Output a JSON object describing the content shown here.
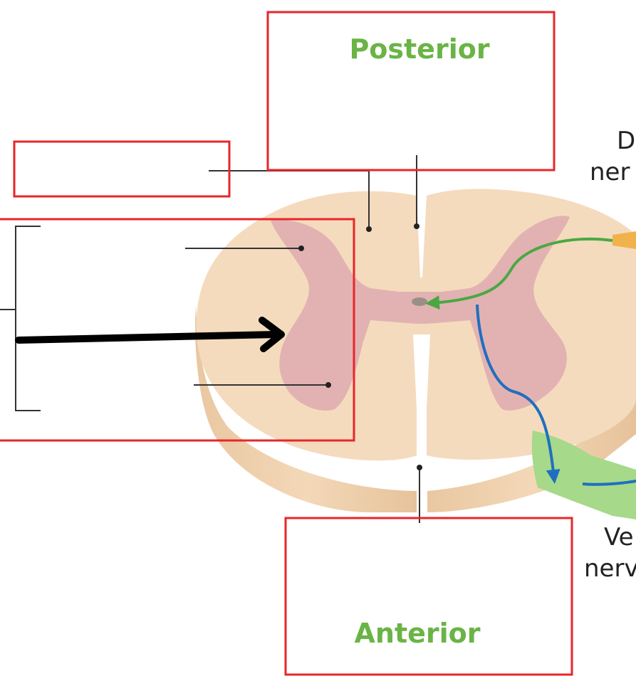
{
  "diagram": {
    "labels": {
      "posterior": "Posterior",
      "anterior": "Anterior",
      "dorsal_nerve_line1": "D",
      "dorsal_nerve_line2": "ner",
      "ventral_nerve_line1": "Ve",
      "ventral_nerve_line2": "nerv"
    },
    "colors": {
      "label_box_border": "#e8262a",
      "label_text_green": "#6ab446",
      "white_matter": "#f4dbbd",
      "white_matter_side": "#ecc9a0",
      "gray_matter": "#e2b2b2",
      "central_canal": "#9a8f86",
      "sensory_arrow": "#4aa843",
      "motor_arrow": "#1f6fbf",
      "ventral_root": "#a6d98a",
      "dorsal_root": "#f1b24c",
      "leader_line": "#333333",
      "pointer_arrow": "#000000"
    },
    "icons": {
      "pointer": "arrow-right-icon",
      "sensory_path": "curved-arrow-left-icon",
      "motor_path": "curved-arrow-down-icon"
    }
  }
}
